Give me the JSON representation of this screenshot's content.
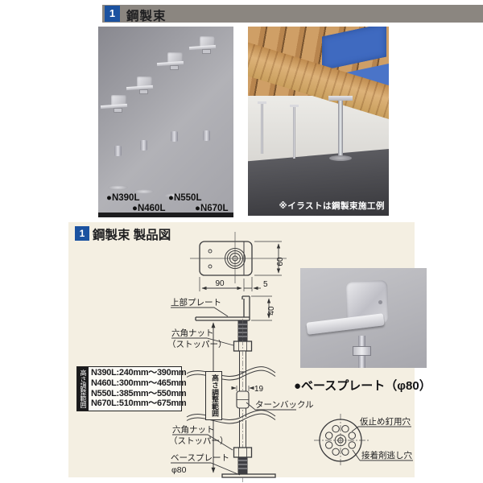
{
  "colors": {
    "accent_blue": "#1b52a0",
    "header_bar_gray": "#8b8680",
    "panel_cream": "#f4efe2",
    "diagram_line": "#333333",
    "spec_header_bg": "#1a1a1c",
    "photo_gray": "#a9a9af",
    "wood": "#c9995f",
    "insulation_blue": "#3f6ac0",
    "concrete": "#47474b",
    "steel": "#c9c9cf",
    "caption_white": "#ffffff"
  },
  "section1": {
    "badge": "1",
    "title": "鋼製束",
    "left_photo": {
      "labels": [
        "●N390L",
        "●N460L",
        "●N550L",
        "●N670L"
      ]
    },
    "right_photo": {
      "caption": "※イラストは鋼製束施工例"
    }
  },
  "section2": {
    "badge": "1",
    "title": "鋼製束 製品図",
    "diagram": {
      "dim_60": "60",
      "dim_90": "90",
      "dim_5": "5",
      "dim_40": "40",
      "dim_19": "19",
      "label_top_plate": "上部プレート",
      "label_hex_nut_top": "六角ナット",
      "label_stopper_top": "（ストッパー）",
      "label_turnbuckle": "ターンバックル",
      "label_range_box": "高さ調整範囲",
      "label_hex_nut_bottom": "六角ナット",
      "label_stopper_bottom": "（ストッパー）",
      "label_base_plate": "ベースプレート",
      "label_phi80": "φ80"
    },
    "spec": {
      "header_vertical": "高さ調整範囲",
      "rows": [
        "N390L:240mm～390mm",
        "N460L:300mm～465mm",
        "N550L:385mm～550mm",
        "N670L:510mm～675mm"
      ]
    },
    "base_plate_heading": "●ベースプレート（φ80）",
    "base_plate_diagram": {
      "label_nail_hole": "仮止め釘用穴",
      "label_glue_hole": "接着剤逃し穴"
    }
  }
}
